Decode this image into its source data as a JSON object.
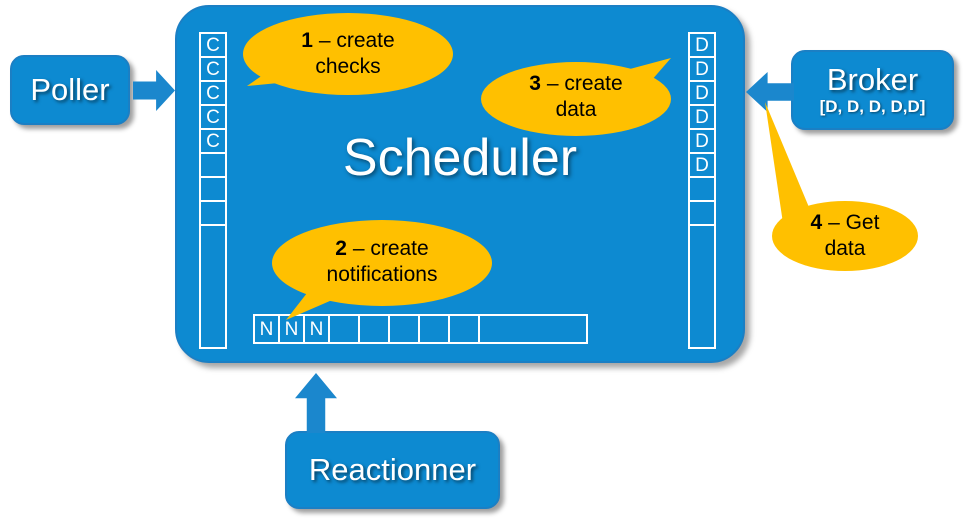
{
  "colors": {
    "process_blue": "#0d8ad1",
    "process_blue_border": "#1b7fc4",
    "arrow_blue": "#1b87cd",
    "callout_yellow": "#ffc000",
    "text_white": "#ffffff",
    "text_black": "#000000",
    "background": "#ffffff"
  },
  "diagram": {
    "type": "flow-architecture",
    "title": "Scheduler"
  },
  "nodes": {
    "poller": {
      "label": "Poller"
    },
    "broker": {
      "label": "Broker",
      "sublabel": "[D, D, D, D,D]"
    },
    "reactionner": {
      "label": "Reactionner"
    },
    "scheduler": {
      "label": "Scheduler"
    }
  },
  "queues": {
    "checks": {
      "name": "checks-queue",
      "orientation": "vertical",
      "cells": [
        {
          "label": "C",
          "height": 26
        },
        {
          "label": "C",
          "height": 26
        },
        {
          "label": "C",
          "height": 26
        },
        {
          "label": "C",
          "height": 26
        },
        {
          "label": "C",
          "height": 26
        },
        {
          "label": "",
          "height": 26
        },
        {
          "label": "",
          "height": 26
        },
        {
          "label": "",
          "height": 26
        },
        {
          "label": "",
          "height": 125
        }
      ]
    },
    "data": {
      "name": "data-queue",
      "orientation": "vertical",
      "cells": [
        {
          "label": "D",
          "height": 26
        },
        {
          "label": "D",
          "height": 26
        },
        {
          "label": "D",
          "height": 26
        },
        {
          "label": "D",
          "height": 26
        },
        {
          "label": "D",
          "height": 26
        },
        {
          "label": "D",
          "height": 26
        },
        {
          "label": "",
          "height": 26
        },
        {
          "label": "",
          "height": 26
        },
        {
          "label": "",
          "height": 125
        }
      ]
    },
    "notifications": {
      "name": "notifications-queue",
      "orientation": "horizontal",
      "cells": [
        {
          "label": "N",
          "width": 27
        },
        {
          "label": "N",
          "width": 27
        },
        {
          "label": "N",
          "width": 27
        },
        {
          "label": "",
          "width": 32
        },
        {
          "label": "",
          "width": 32
        },
        {
          "label": "",
          "width": 32
        },
        {
          "label": "",
          "width": 32
        },
        {
          "label": "",
          "width": 32
        },
        {
          "label": "",
          "width": 110
        }
      ]
    }
  },
  "callouts": [
    {
      "id": "callout-1",
      "num": "1",
      "rest": " – create",
      "line2": "checks"
    },
    {
      "id": "callout-2",
      "num": "2",
      "rest": " – create",
      "line2": "notifications"
    },
    {
      "id": "callout-3",
      "num": "3",
      "rest": " – create",
      "line2": "data"
    },
    {
      "id": "callout-4",
      "num": "4",
      "rest": " – Get",
      "line2": "data"
    }
  ],
  "arrows": [
    {
      "name": "poller-to-scheduler-arrow",
      "direction": "right"
    },
    {
      "name": "broker-to-scheduler-arrow",
      "direction": "left"
    },
    {
      "name": "reactionner-to-scheduler-arrow",
      "direction": "up"
    }
  ]
}
